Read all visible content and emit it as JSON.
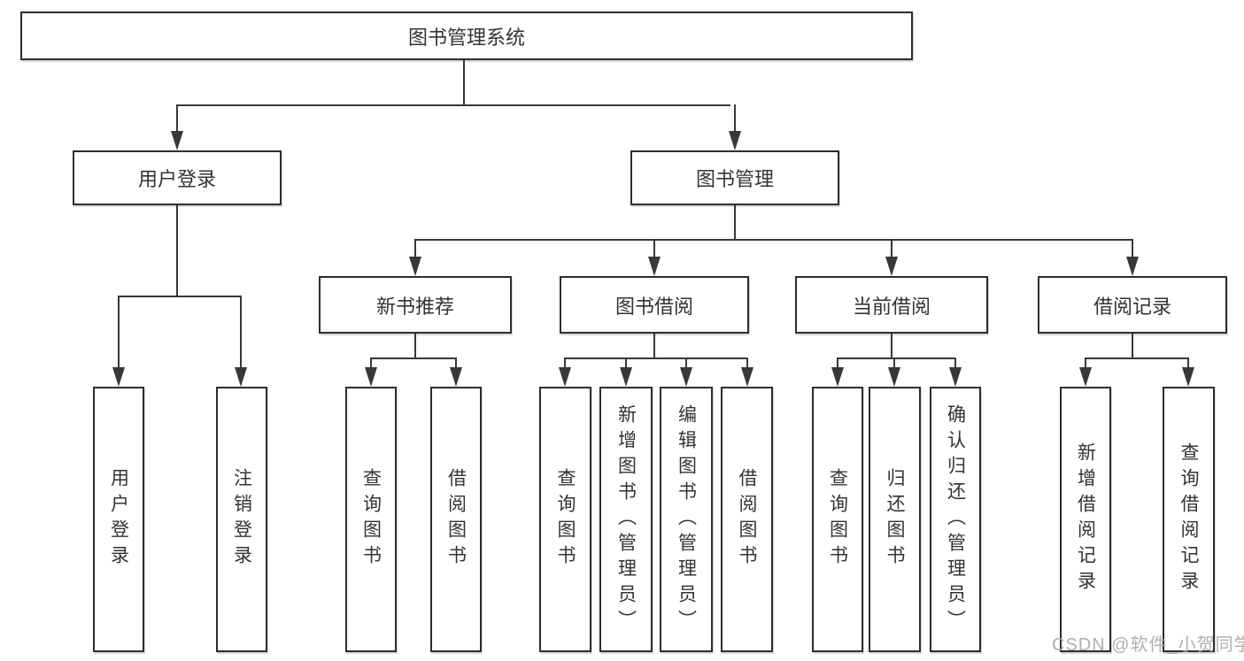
{
  "tree": {
    "root": {
      "label": "图书管理系统"
    },
    "branches": [
      {
        "label": "用户登录",
        "children": [
          {
            "label": "用户登录"
          },
          {
            "label": "注销登录"
          }
        ]
      },
      {
        "label": "图书管理",
        "children": [
          {
            "label": "新书推荐",
            "children": [
              {
                "label": "查询图书"
              },
              {
                "label": "借阅图书"
              }
            ]
          },
          {
            "label": "图书借阅",
            "children": [
              {
                "label": "查询图书"
              },
              {
                "label": "新增图书（管理员）"
              },
              {
                "label": "编辑图书（管理员）"
              },
              {
                "label": "借阅图书"
              }
            ]
          },
          {
            "label": "当前借阅",
            "children": [
              {
                "label": "查询图书"
              },
              {
                "label": "归还图书"
              },
              {
                "label": "确认归还（管理员）"
              }
            ]
          },
          {
            "label": "借阅记录",
            "children": [
              {
                "label": "新增借阅记录"
              },
              {
                "label": "查询借阅记录"
              }
            ]
          }
        ]
      }
    ]
  },
  "watermark": {
    "text": "CSDN @软件_小贺同学"
  },
  "colors": {
    "line": "#383838",
    "border": "#2d2d2d",
    "text": "#333333",
    "watermark": "#a8a8a8",
    "background": "#ffffff"
  }
}
